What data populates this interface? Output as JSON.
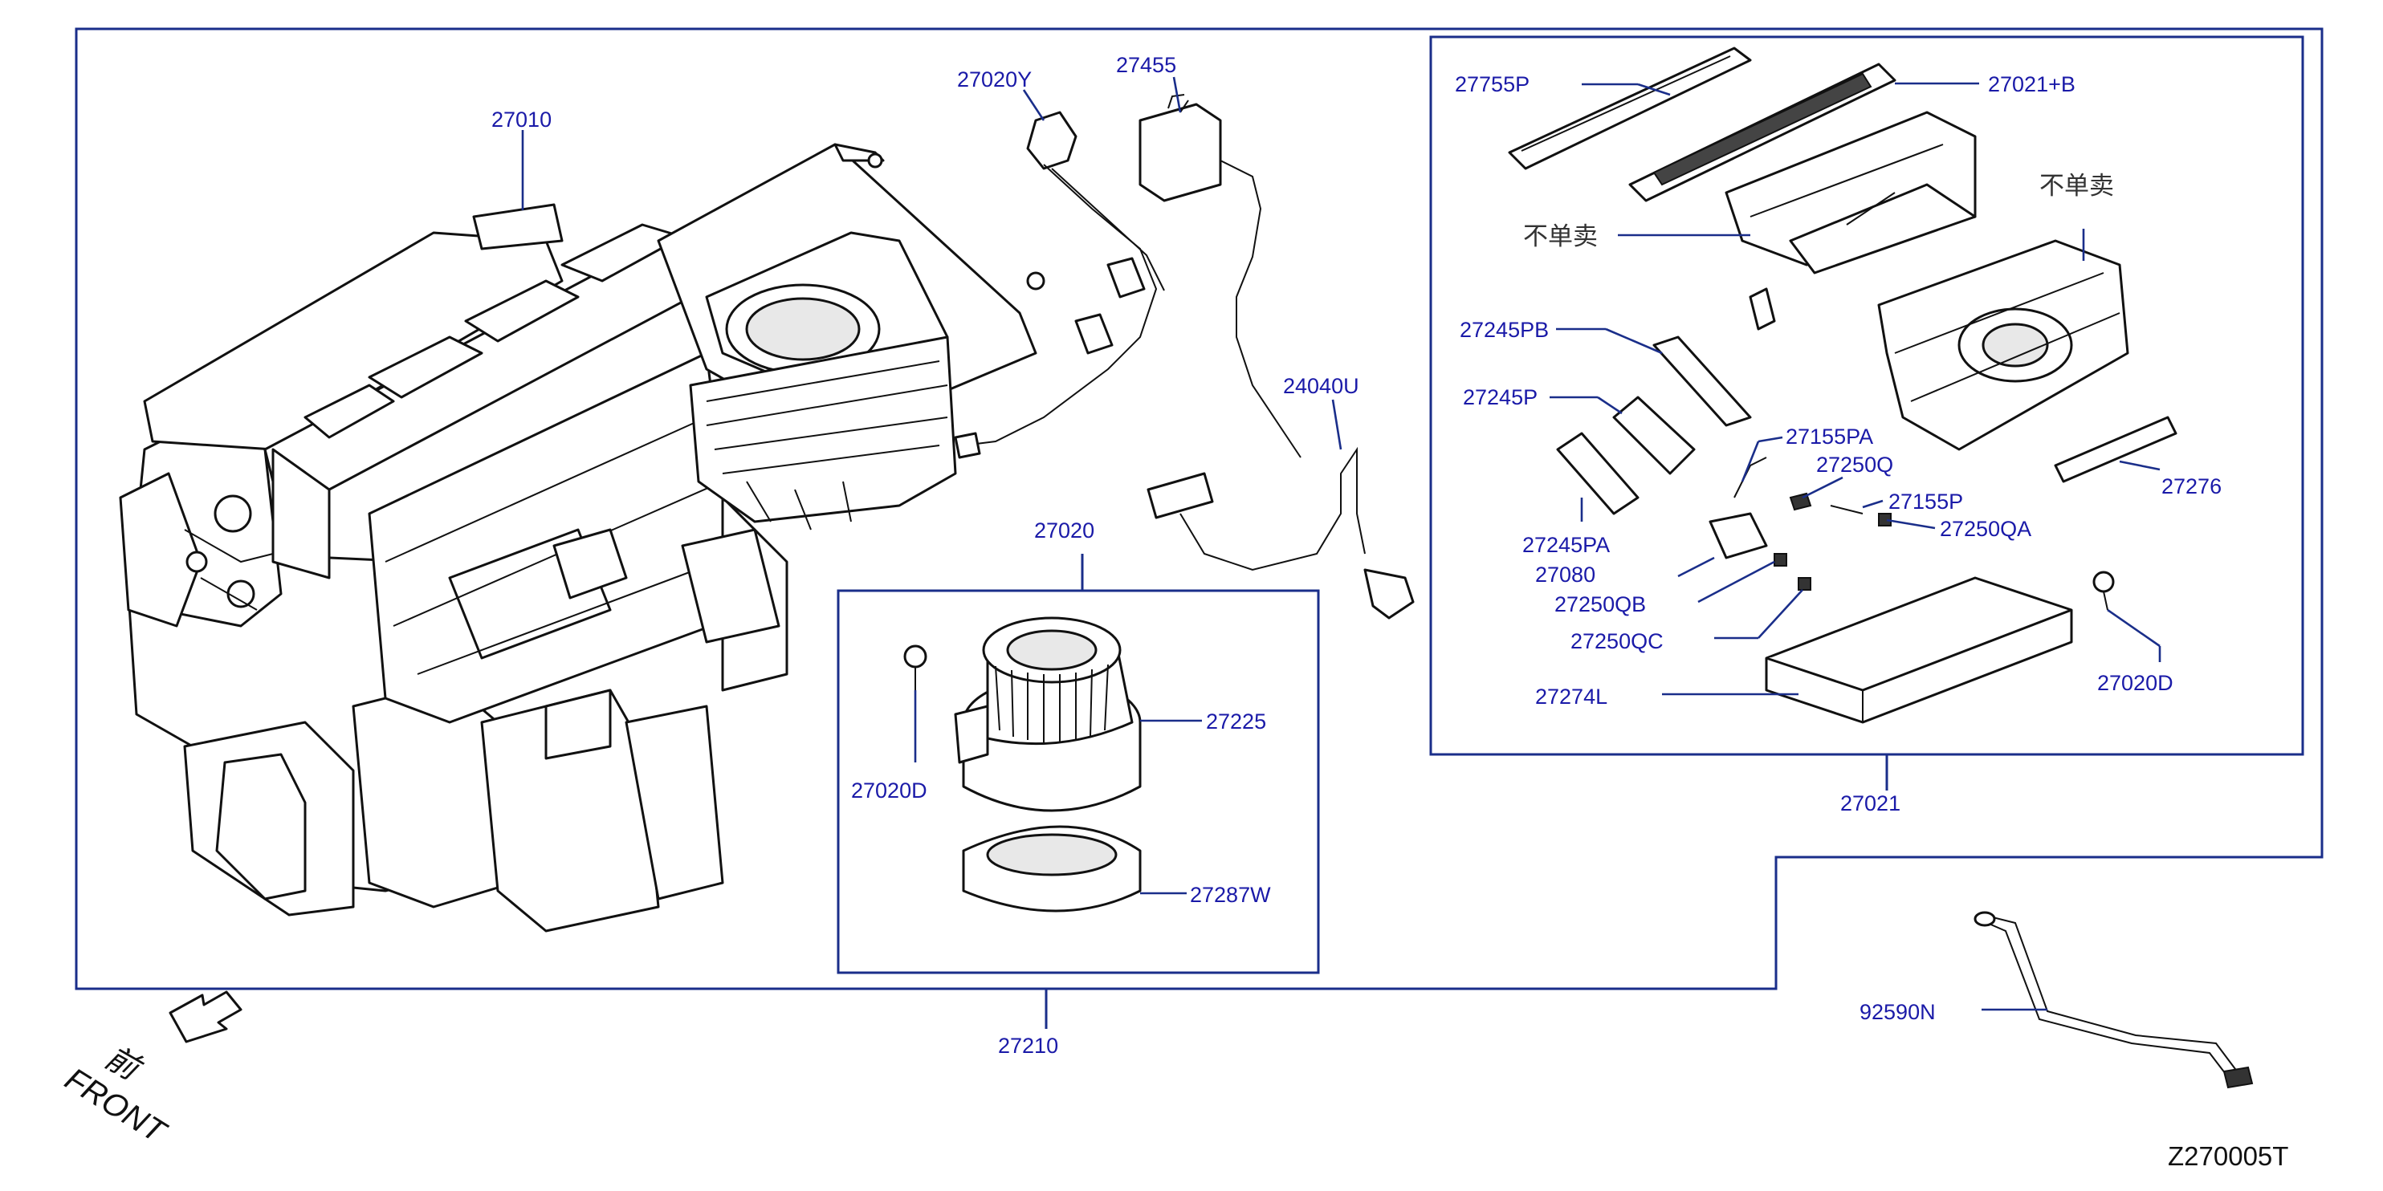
{
  "callouts": {
    "c27010": "27010",
    "c27020Y": "27020Y",
    "c27455": "27455",
    "c24040U": "24040U",
    "c27020": "27020",
    "c27225": "27225",
    "c27020D_left": "27020D",
    "c27287W": "27287W",
    "c27210": "27210",
    "c27755P": "27755P",
    "c27021B": "27021+B",
    "c27245PB": "27245PB",
    "c27245P": "27245P",
    "c27155PA": "27155PA",
    "c27250Q": "27250Q",
    "c27155P": "27155P",
    "c27250QA": "27250QA",
    "c27276": "27276",
    "c27245PA": "27245PA",
    "c27080": "27080",
    "c27250QB": "27250QB",
    "c27250QC": "27250QC",
    "c27274L": "27274L",
    "c27020D_right": "27020D",
    "c27021": "27021",
    "c92590N": "92590N"
  },
  "not_sold_left": "不单卖",
  "not_sold_right": "不单卖",
  "front_cn": "前",
  "front_en": "FRONT",
  "diagram_code": "Z270005T",
  "colors": {
    "frame": "#1a2e8a",
    "label": "#1a1aa8"
  }
}
